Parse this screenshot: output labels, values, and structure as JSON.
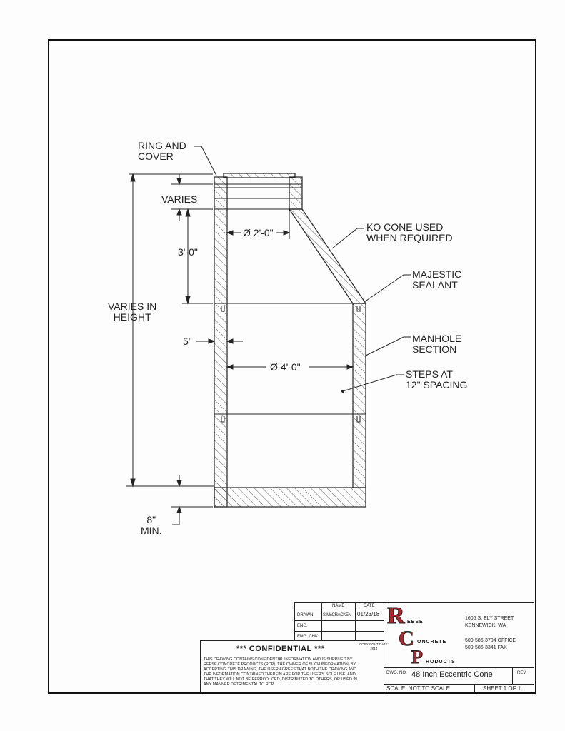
{
  "labels": {
    "ring_cover": [
      "RING AND",
      "COVER"
    ],
    "varies": "VARIES",
    "three_ft": "3'-0\"",
    "varies_height": [
      "VARIES IN",
      "HEIGHT"
    ],
    "five_in": "5\"",
    "eight_in": [
      "8\"",
      "MIN."
    ],
    "dia_2ft": "Ø 2'-0\"",
    "dia_4ft": "Ø 4'-0\"",
    "ko_cone": [
      "KO CONE USED",
      "WHEN REQUIRED"
    ],
    "sealant": [
      "MAJESTIC",
      "SEALANT"
    ],
    "manhole": [
      "MANHOLE",
      "SECTION"
    ],
    "steps": [
      "STEPS AT",
      "12\" SPACING"
    ]
  },
  "title_block": {
    "col_name": "NAME",
    "col_date": "DATE",
    "rows": [
      {
        "role": "DRAWN",
        "name": "S.McCRACKEN",
        "date": "01/23/18"
      },
      {
        "role": "ENG.",
        "name": "",
        "date": ""
      },
      {
        "role": "ENG. CHK.",
        "name": "",
        "date": ""
      }
    ],
    "confidential_title": "*** CONFIDENTIAL ***",
    "copyright": [
      "COPYRIGHT DATE:",
      "2014"
    ],
    "confidential_text": [
      "THIS DRAWING CONTAINS CONFIDENTIAL INFORMATION AND IS SUPPLIED BY",
      "REESE CONCRETE PRODUCTS (RCP), THE OWNER OF SUCH INFORMATION. BY",
      "ACCEPTING THIS DRAWING, THE USER AGREES THAT BOTH THE DRAWING AND",
      "THE INFORMATION CONTAINED THEREIN ARE FOR THE USER'S SOLE USE, AND",
      "THAT THEY WILL NOT BE REPRODUCED, DISTRIBUTED TO OTHERS, OR USED IN",
      "ANY MANNER DETRIMENTAL TO RCP."
    ],
    "logo_words": [
      "EESE",
      "ONCRETE",
      "RODUCTS"
    ],
    "address": [
      "1606 S. ELY STREET",
      "KENNEWICK, WA"
    ],
    "phones": [
      "509-586-3704 OFFICE",
      "509-586-3341 FAX"
    ],
    "dwg_no_label": "DWG. NO.",
    "dwg_no": "48 Inch Eccentric Cone",
    "rev_label": "REV.",
    "scale": "SCALE: NOT TO SCALE",
    "sheet": "SHEET 1 OF 1"
  },
  "colors": {
    "logo": "#b8242c",
    "line": "#222222"
  }
}
